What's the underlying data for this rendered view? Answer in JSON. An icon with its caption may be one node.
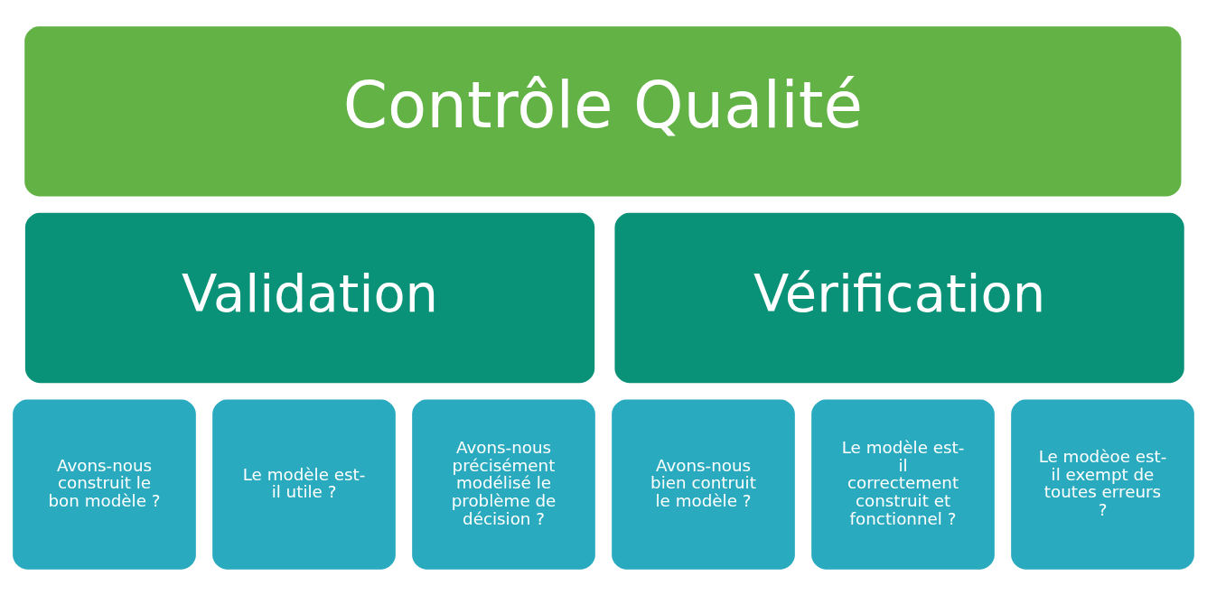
{
  "diagram": {
    "nodes": [
      {
        "text": [
          "Contrôle Qualité"
        ]
      },
      {
        "text": [
          "Validation"
        ]
      },
      {
        "text": [
          "Vérification"
        ]
      },
      {
        "text": [
          "Avons-nous construit le bon modèle ?"
        ]
      },
      {
        "text": [
          "Le modèle est-il utile ?"
        ]
      },
      {
        "text": [
          "Avons-nous précisément modélisé le problème de décision ?"
        ]
      },
      {
        "text": [
          "Avons-nous bien contruit le modèle ?"
        ]
      },
      {
        "text": [
          "Le modèle est-il correctement construit et fonctionnel ?"
        ]
      },
      {
        "text": [
          "Le modèoe est-il exempt de toutes erreurs ?"
        ]
      }
    ]
  }
}
